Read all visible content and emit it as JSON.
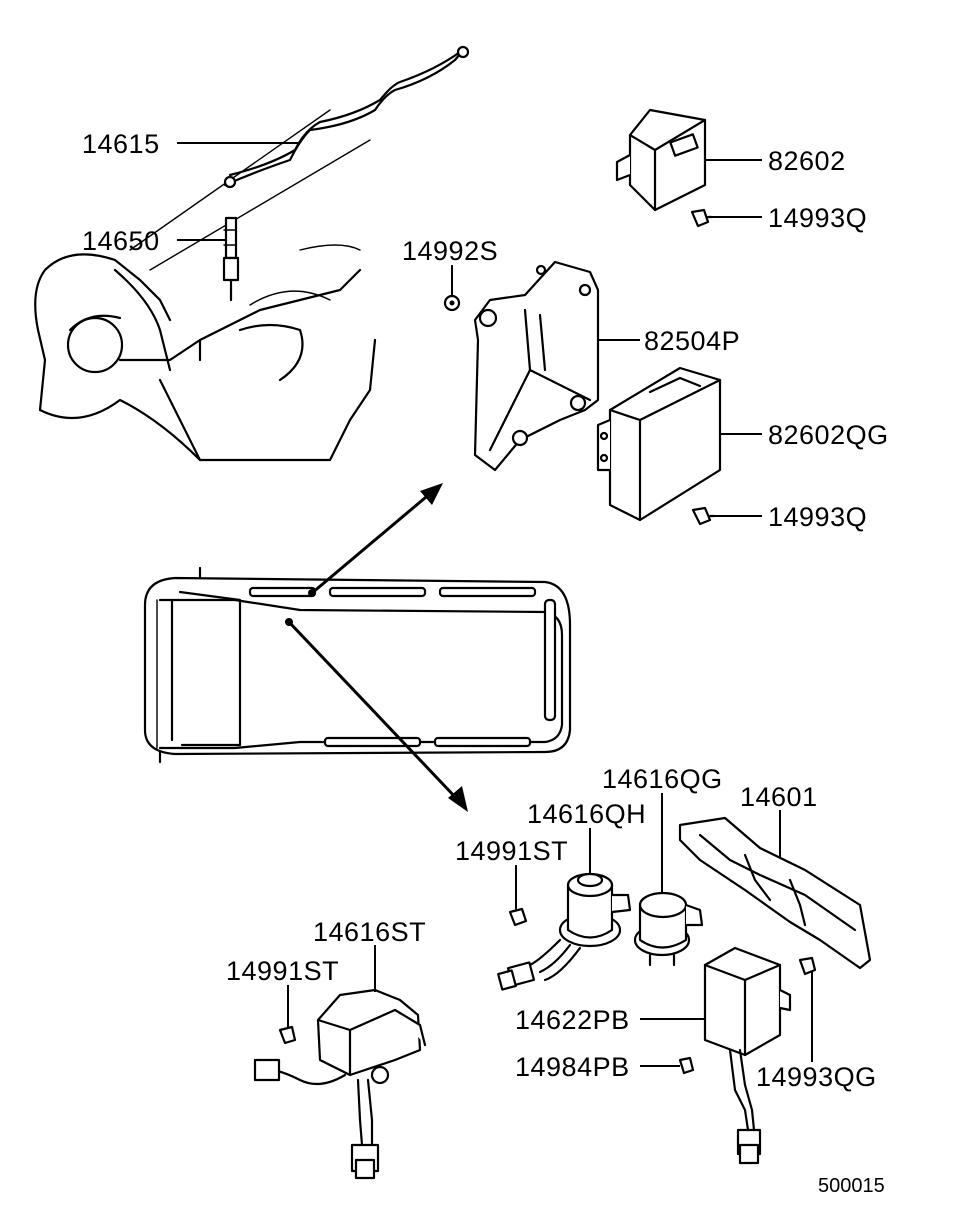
{
  "diagram_code": "500015",
  "parts": {
    "p14615": "14615",
    "p14650": "14650",
    "p82602": "82602",
    "p14993Q_a": "14993Q",
    "p14992S": "14992S",
    "p82504P": "82504P",
    "p82602QG": "82602QG",
    "p14993Q_b": "14993Q",
    "p14616QG": "14616QG",
    "p14601": "14601",
    "p14616QH": "14616QH",
    "p14991ST_a": "14991ST",
    "p14616ST": "14616ST",
    "p14991ST_b": "14991ST",
    "p14622PB": "14622PB",
    "p14984PB": "14984PB",
    "p14993QG": "14993QG"
  }
}
